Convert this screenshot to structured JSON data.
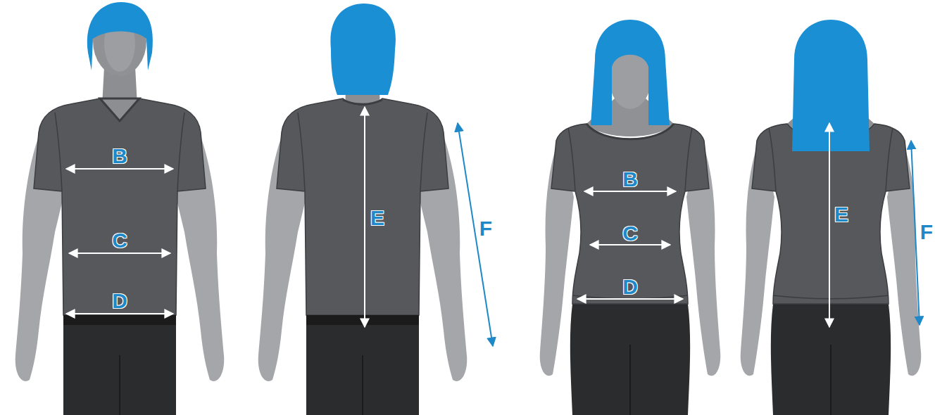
{
  "diagram": {
    "labels": [
      "B",
      "C",
      "D",
      "E",
      "F",
      "B",
      "C",
      "D",
      "E",
      "F"
    ]
  }
}
